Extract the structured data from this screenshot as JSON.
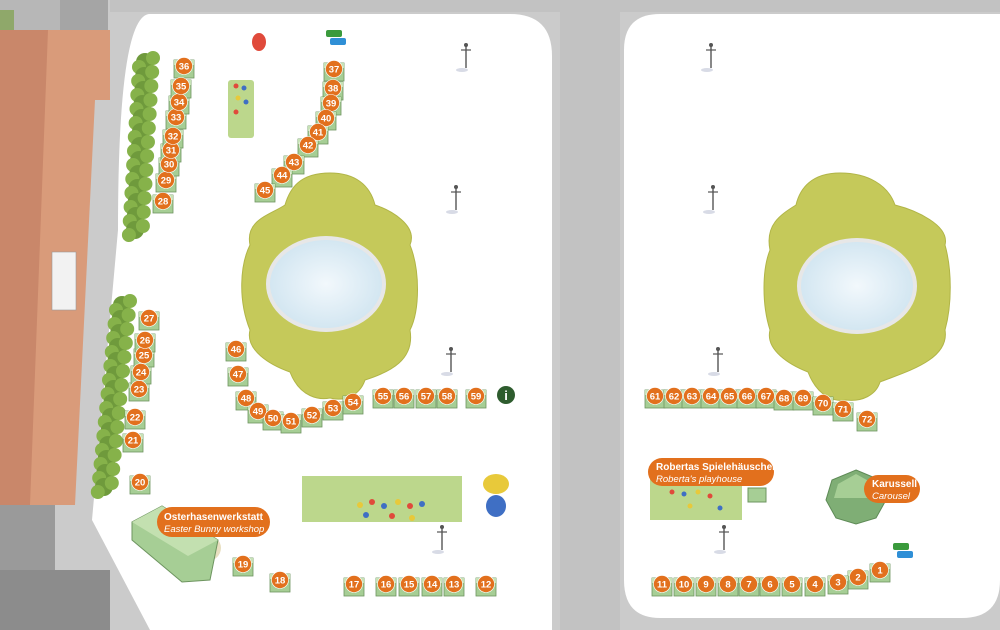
{
  "colors": {
    "marker_orange": "#e2701d",
    "stall_green": "#a6ce95",
    "lawn": "#c5c95a",
    "pond": "#dfeef7",
    "info_green": "#2e5c2e",
    "plaza": "#ffffff",
    "street": "#c9c9c9",
    "building_roof": "#d99b7a"
  },
  "icons": {
    "info": "information-icon",
    "lamp": "street-lamp-icon",
    "entrance": "entrance-sign-icon",
    "tree": "tree-icon",
    "egg": "easter-egg-icon",
    "merry_go_round": "carousel-icon"
  },
  "map": {
    "stalls": [
      "1",
      "2",
      "3",
      "4",
      "5",
      "6",
      "7",
      "8",
      "9",
      "10",
      "11",
      "12",
      "13",
      "14",
      "15",
      "16",
      "17",
      "18",
      "19",
      "20",
      "21",
      "22",
      "23",
      "24",
      "25",
      "26",
      "27",
      "28",
      "29",
      "30",
      "31",
      "32",
      "33",
      "34",
      "35",
      "36",
      "37",
      "38",
      "39",
      "40",
      "41",
      "42",
      "43",
      "44",
      "45",
      "46",
      "47",
      "48",
      "49",
      "50",
      "51",
      "52",
      "53",
      "54",
      "55",
      "56",
      "57",
      "58",
      "59",
      "61",
      "62",
      "63",
      "64",
      "65",
      "66",
      "67",
      "68",
      "69",
      "70",
      "71",
      "72"
    ],
    "info_label": "i",
    "attractions": {
      "easter_bunny": {
        "name": "Osterhasenwerkstatt",
        "translation": "Easter Bunny workshop"
      },
      "playhouse": {
        "name": "Robertas Spielehäuschen",
        "translation": "Roberta's playhouse"
      },
      "carousel": {
        "name": "Karussell",
        "translation": "Carousel"
      }
    }
  }
}
